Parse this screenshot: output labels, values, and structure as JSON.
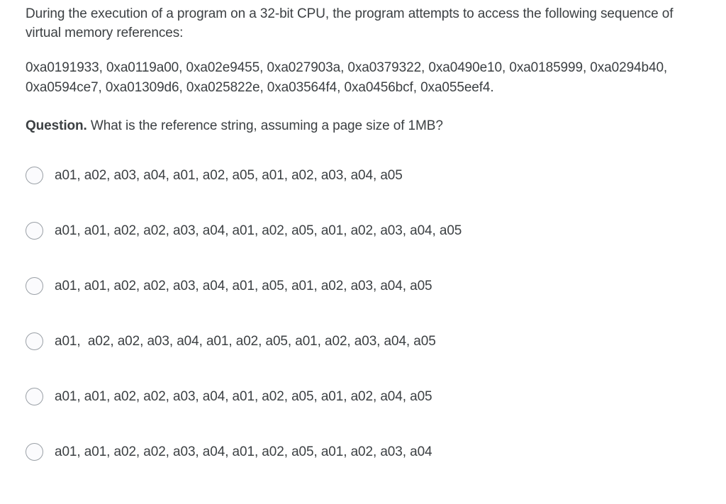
{
  "content": {
    "intro": "During the execution of a program on a 32-bit CPU, the program attempts to access the following sequence of virtual memory references:",
    "references": "0xa0191933, 0xa0119a00, 0xa02e9455, 0xa027903a, 0xa0379322, 0xa0490e10, 0xa0185999, 0xa0294b40, 0xa0594ce7, 0xa01309d6, 0xa025822e, 0xa03564f4, 0xa0456bcf, 0xa055eef4.",
    "question_label": "Question.",
    "question_text": " What is the reference string, assuming a page size of 1MB?"
  },
  "options": [
    {
      "id": "option-1",
      "label": "a01, a02, a03, a04, a01, a02, a05, a01, a02, a03, a04, a05"
    },
    {
      "id": "option-2",
      "label": "a01, a01, a02, a02, a03, a04, a01, a02, a05, a01, a02, a03, a04, a05"
    },
    {
      "id": "option-3",
      "label": "a01, a01, a02, a02, a03, a04, a01, a05, a01, a02, a03, a04, a05"
    },
    {
      "id": "option-4",
      "label": "a01,  a02, a02, a03, a04, a01, a02, a05, a01, a02, a03, a04, a05"
    },
    {
      "id": "option-5",
      "label": "a01, a01, a02, a02, a03, a04, a01, a02, a05, a01, a02, a04, a05"
    },
    {
      "id": "option-6",
      "label": "a01, a01, a02, a02, a03, a04, a01, a02, a05, a01, a02, a03, a04"
    }
  ],
  "colors": {
    "text": "#3c4043",
    "radio_border": "#9aa0a6",
    "background": "#ffffff"
  }
}
